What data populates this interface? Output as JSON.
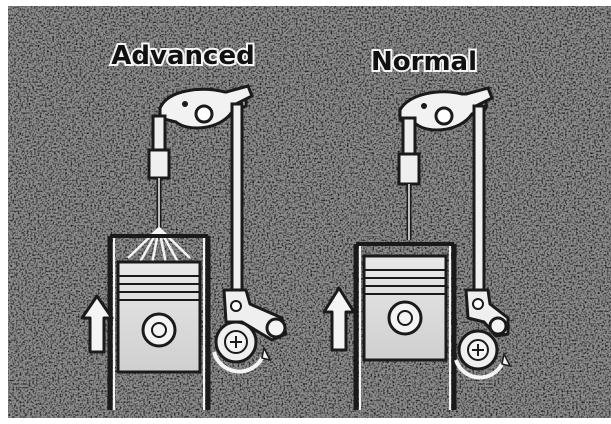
{
  "figure": {
    "panels": [
      {
        "id": "advanced",
        "label": "Advanced",
        "injection_spray": true
      },
      {
        "id": "normal",
        "label": "Normal",
        "injection_spray": false
      }
    ],
    "colors": {
      "background": "#8e8e8e",
      "ink": "#1a1a1a",
      "outline_white": "#f4f4f4",
      "paper": "#ffffff"
    },
    "icons": [
      "rocker-arm-icon",
      "injector-icon",
      "pushrod-icon",
      "cylinder-icon",
      "piston-icon",
      "piston-pin-icon",
      "up-arrow-icon",
      "cam-follower-icon",
      "camshaft-icon",
      "rotation-arrow-icon",
      "spray-icon"
    ]
  }
}
